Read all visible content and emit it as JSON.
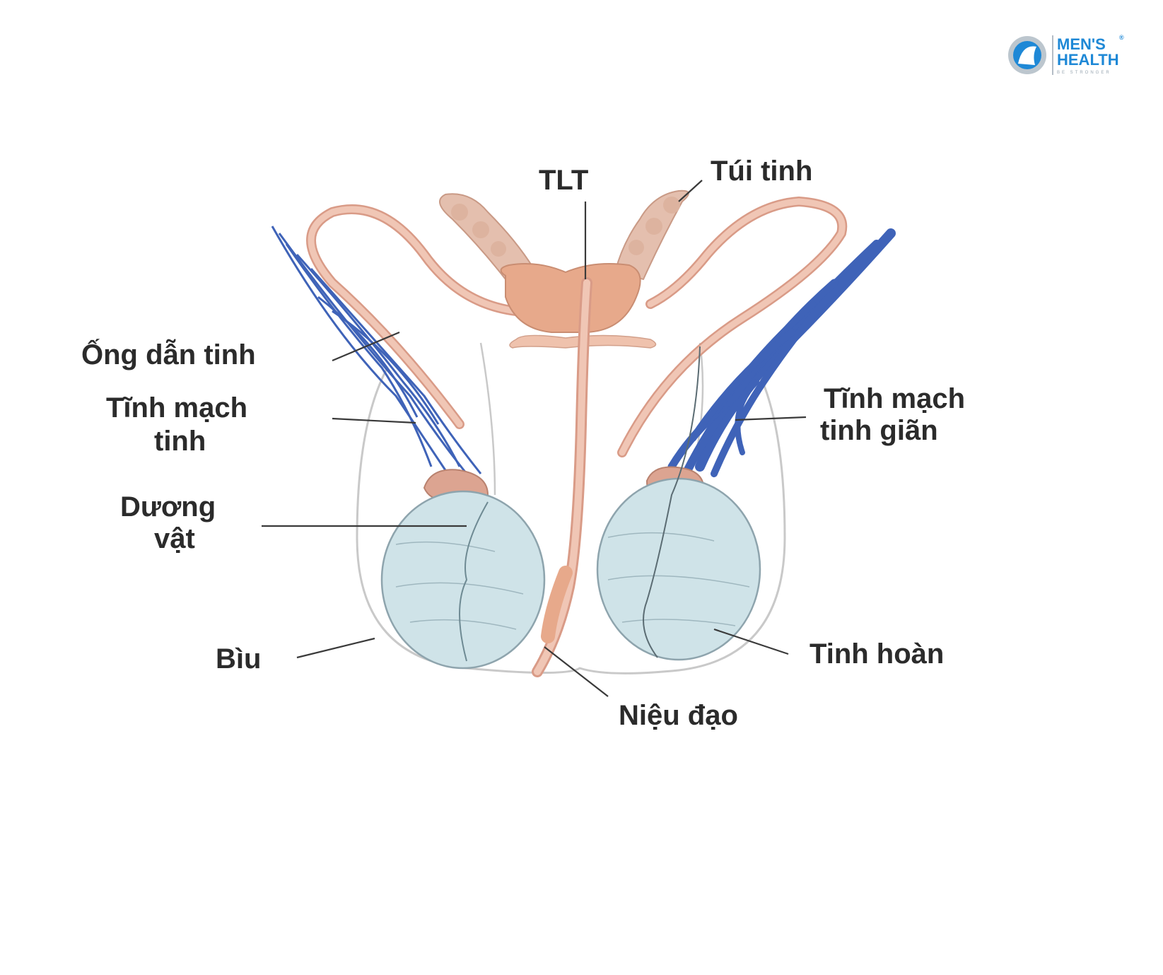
{
  "brand": {
    "line1": "MEN'S",
    "line2": "HEALTH",
    "registered": "®",
    "tagline": "BE STRONGER",
    "color": "#1e88d6"
  },
  "labels": {
    "tlt": "TLT",
    "tui_tinh": "Túi tinh",
    "ong_dan_tinh": "Ống dẫn tinh",
    "tinh_mach_tinh_1": "Tĩnh mạch",
    "tinh_mach_tinh_2": "tinh",
    "tinh_mach_gian_1": "Tĩnh mạch",
    "tinh_mach_gian_2": "tinh giãn",
    "duong_vat_1": "Dương",
    "duong_vat_2": "vật",
    "biu": "Bìu",
    "tinh_hoan": "Tinh hoàn",
    "nieu_dao": "Niệu đạo"
  },
  "colors": {
    "vein": "#3f63b8",
    "duct": "#e8b7a4",
    "prostate": "#e7a98b",
    "testis": "#cfe3e8",
    "scrotum_outline": "#c9c9c9"
  }
}
